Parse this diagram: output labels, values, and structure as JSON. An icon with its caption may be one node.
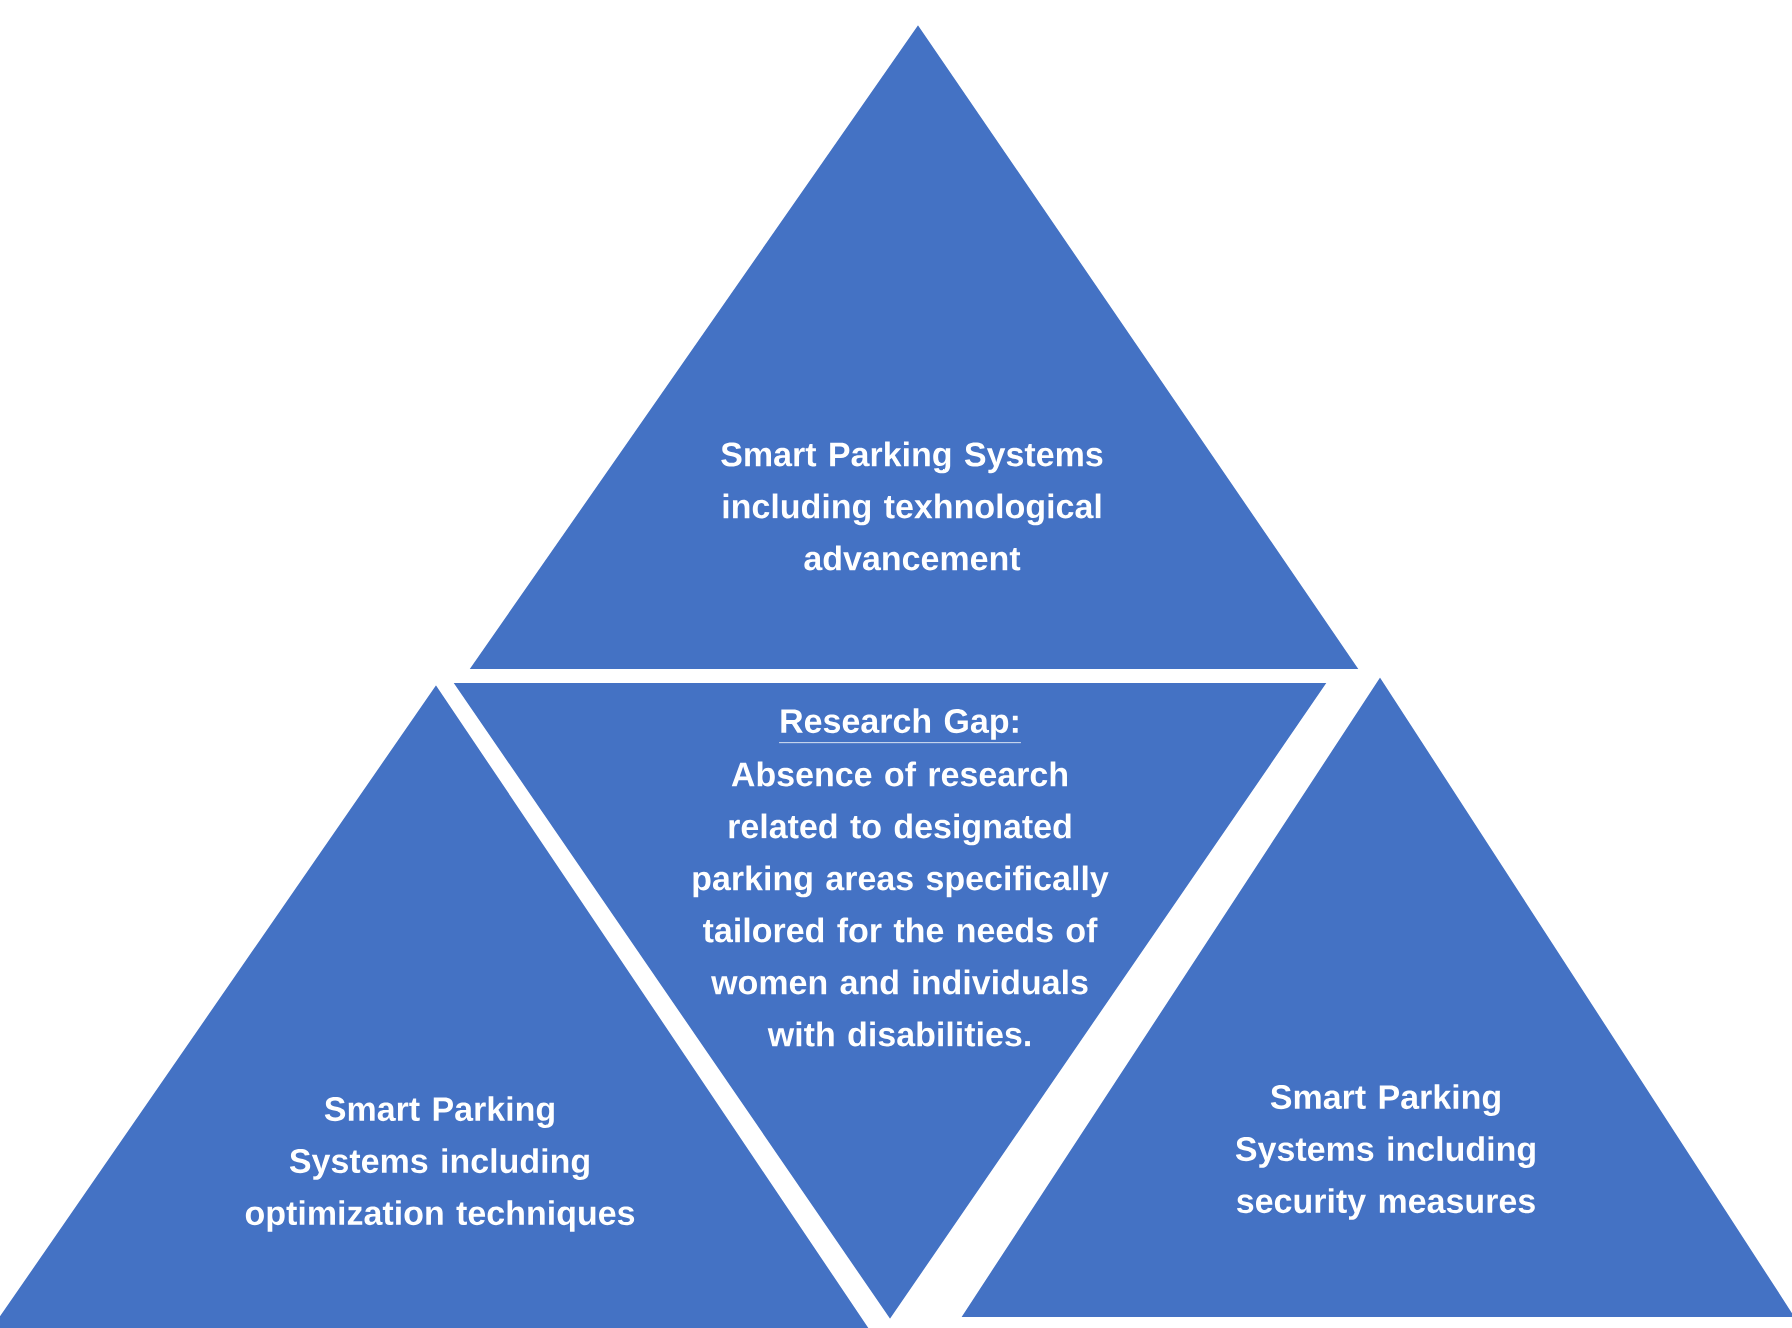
{
  "diagram": {
    "nodes": [
      {
        "text": [
          "Smart Parking Systems including texhnological advancement"
        ]
      },
      {
        "text": [
          "Research Gap:",
          "Absence of research related to designated parking areas specifically tailored for the needs of women and individuals with disabilities."
        ]
      },
      {
        "text": [
          "Smart Parking Systems including optimization techniques"
        ]
      },
      {
        "text": [
          "Smart Parking Systems including security measures"
        ]
      }
    ]
  }
}
